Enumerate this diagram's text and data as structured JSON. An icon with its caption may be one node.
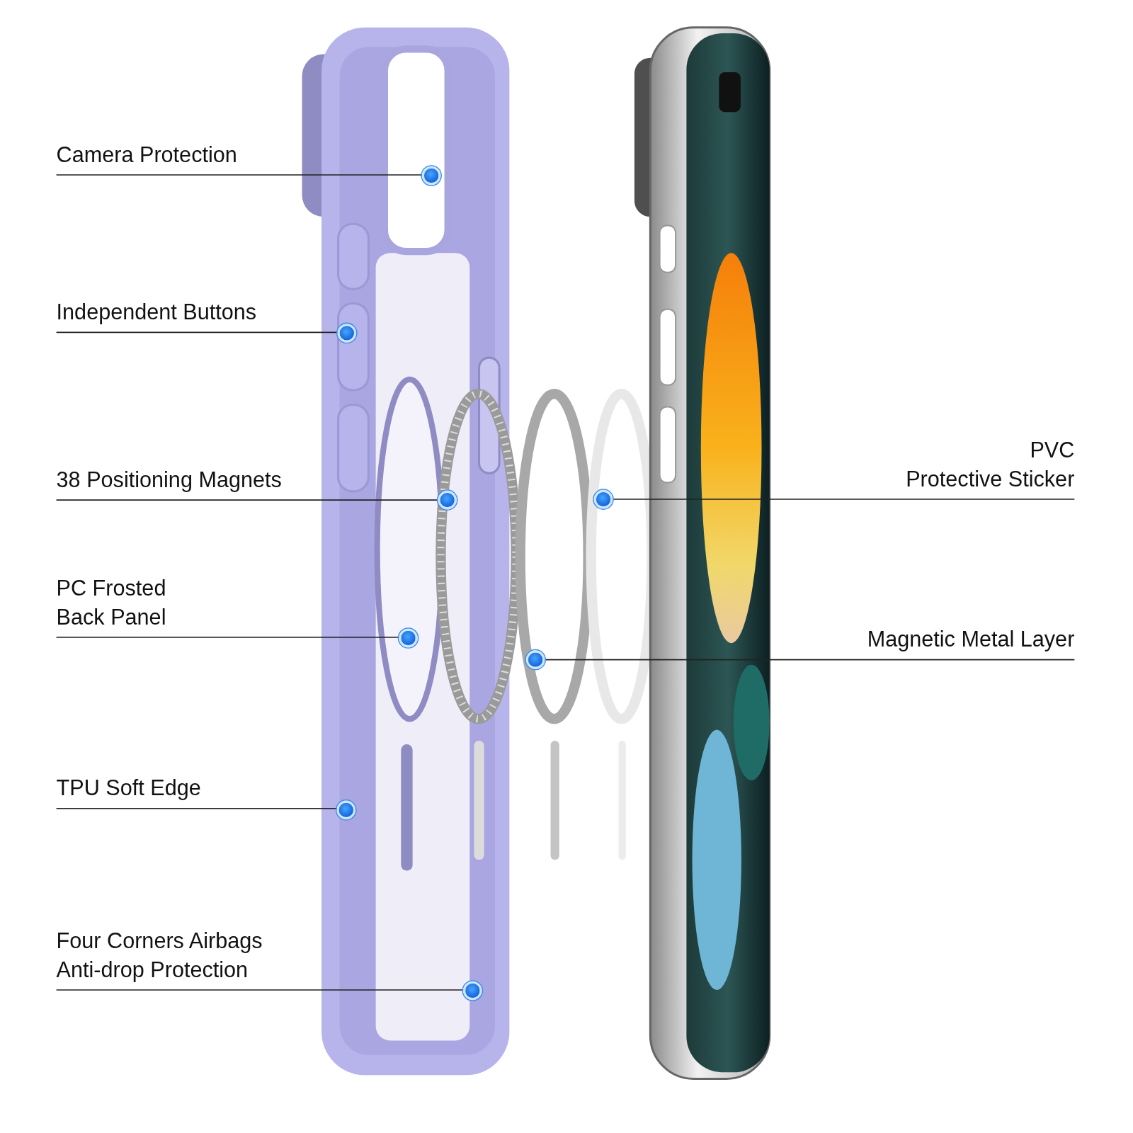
{
  "diagram": {
    "nodes": [
      {
        "text": [
          "Camera Protection"
        ]
      },
      {
        "text": [
          "Independent Buttons"
        ]
      },
      {
        "text": [
          "PVC Protective Sticker"
        ]
      },
      {
        "text": [
          "38 Positioning Magnets"
        ]
      },
      {
        "text": [
          "PC Frosted Back Panel"
        ]
      },
      {
        "text": [
          "Magnetic Metal Layer"
        ]
      },
      {
        "text": [
          "TPU Soft Edge"
        ]
      },
      {
        "text": [
          "Four Corners Airbags Anti-drop Protection"
        ]
      },
      {
        "text": [],
        "shape": "circle"
      },
      {
        "text": [],
        "shape": "circle"
      },
      {
        "text": [],
        "shape": "circle"
      },
      {
        "text": [],
        "shape": "circle"
      },
      {
        "text": [],
        "shape": "circle"
      },
      {
        "text": [],
        "shape": "circle"
      },
      {
        "text": [],
        "shape": "circle"
      },
      {
        "text": [],
        "shape": "circle"
      }
    ],
    "edges": [
      {
        "from": 0,
        "to": 8,
        "arrow": "none"
      },
      {
        "from": 1,
        "to": 9,
        "arrow": "none"
      },
      {
        "from": 2,
        "to": 10,
        "arrow": "none"
      },
      {
        "from": 3,
        "to": 11,
        "arrow": "none"
      },
      {
        "from": 4,
        "to": 12,
        "arrow": "none"
      },
      {
        "from": 5,
        "to": 13,
        "arrow": "none"
      },
      {
        "from": 6,
        "to": 14,
        "arrow": "none"
      },
      {
        "from": 7,
        "to": 15,
        "arrow": "none"
      }
    ]
  }
}
